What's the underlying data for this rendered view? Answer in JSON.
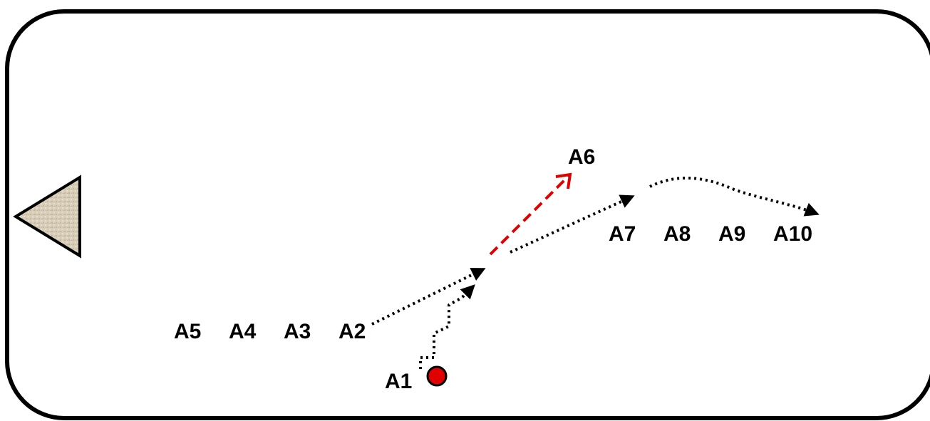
{
  "labels": {
    "a1": "A1",
    "a2": "A2",
    "a3": "A3",
    "a4": "A4",
    "a5": "A5",
    "a6": "A6",
    "a7": "A7",
    "a8": "A8",
    "a9": "A9",
    "a10": "A10"
  },
  "colors": {
    "frame": "#000000",
    "player_marker": "#e00000",
    "pass_arrow": "#e00000",
    "run_path": "#000000",
    "goal_fill": "#d8cdb8"
  },
  "icons": {
    "goal": "triangle-goal-icon",
    "player": "red-circle-icon"
  }
}
